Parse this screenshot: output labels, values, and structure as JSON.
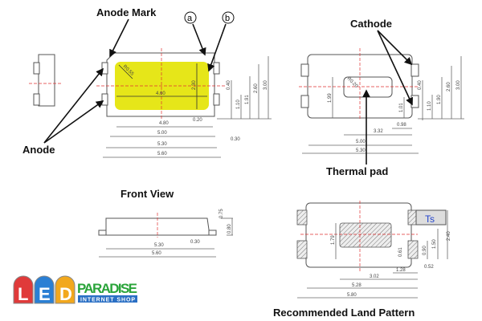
{
  "labels": {
    "anode_mark": "Anode Mark",
    "mark_a": "a",
    "mark_b": "b",
    "anode": "Anode",
    "cathode": "Cathode",
    "thermal_pad": "Thermal pad",
    "front_view": "Front View",
    "land_pattern": "Recommended Land Pattern",
    "ts": "Ts"
  },
  "top_view_dims": {
    "r": "R0.55",
    "w460": "4.60",
    "h230": "2.30",
    "w480": "4.80",
    "d020": "0.20",
    "w500": "5.00",
    "w530": "5.30",
    "d030": "0.30",
    "w560": "5.60",
    "v040": "0.40",
    "v110": "1.10",
    "v191": "1.91",
    "v260": "2.60",
    "v300": "3.00"
  },
  "bottom_view_dims": {
    "r": "R0.20",
    "v199": "1.99",
    "v101": "1.01",
    "d098": "0.98",
    "w332": "3.32",
    "w500": "5.00",
    "w530": "5.30",
    "v040": "0.40",
    "v110": "1.10",
    "v190": "1.90",
    "v260": "2.60",
    "v300": "3.00"
  },
  "front_view_dims": {
    "w530": "5.30",
    "d030": "0.30",
    "w560": "5.60",
    "v075": "0.75",
    "v080": "0.80"
  },
  "land_dims": {
    "v179": "1.79",
    "v061": "0.61",
    "v090": "0.90",
    "v150": "1.50",
    "v240": "2.40",
    "d052": "0.52",
    "d128": "1.28",
    "w302": "3.02",
    "w528": "5.28",
    "w580": "5.80"
  },
  "logo": {
    "letters": [
      "L",
      "E",
      "D"
    ],
    "name": "PARADISE",
    "tagline": "INTERNET SHOP"
  },
  "colors": {
    "emitter": "#e6e619",
    "logo_red": "#e03a3a",
    "logo_blue": "#2a7fd4",
    "logo_orange": "#f2a81d",
    "logo_green": "#2aa43a",
    "ts_text": "#2244cc"
  }
}
